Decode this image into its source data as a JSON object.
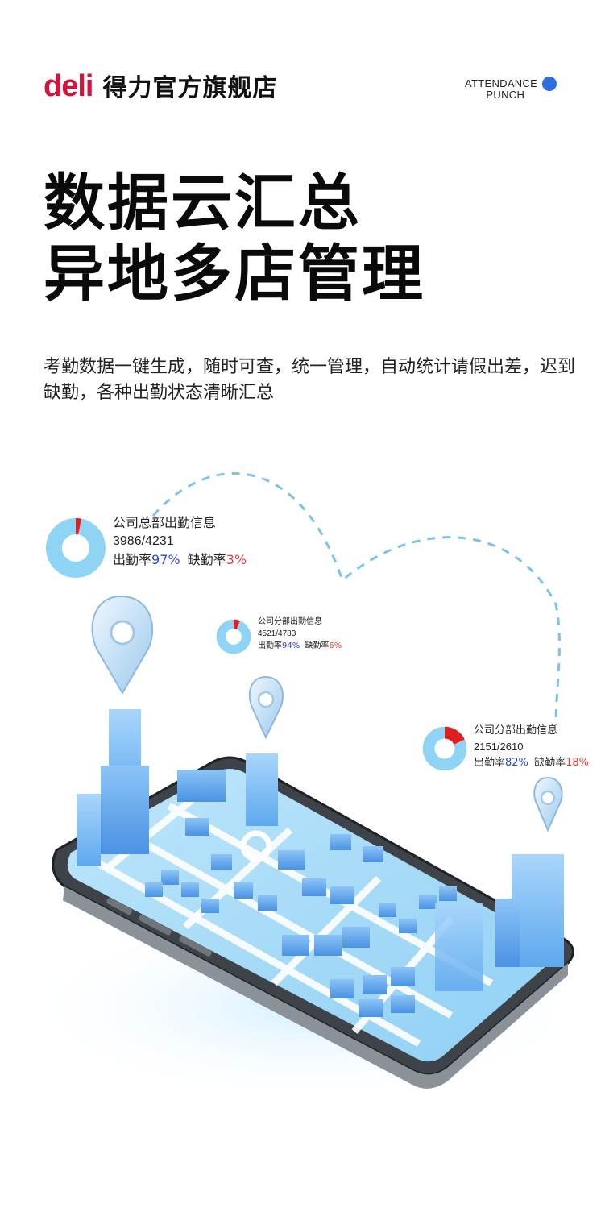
{
  "brand": {
    "logo_text": "deli",
    "store_name": "得力官方旗舰店",
    "tagline_line1": "ATTENDANCE",
    "tagline_line2": "PUNCH"
  },
  "colors": {
    "brand_red": "#d7123b",
    "accent_blue": "#2c6fe0",
    "donut_light": "#8fd4f5",
    "absence_red": "#e02020",
    "rate_blue": "#2a48c9"
  },
  "headline": {
    "line1": "数据云汇总",
    "line2": "异地多店管理"
  },
  "description": "考勤数据一键生成，随时可查，统一管理，自动统计请假出差，迟到缺勤，各种出勤状态清晰汇总",
  "stats": [
    {
      "title": "公司总部出勤信息",
      "counts": "3986/4231",
      "attendance_label": "出勤率",
      "attendance_rate": "97%",
      "absence_label": "缺勤率",
      "absence_rate": "3%",
      "absence_fraction": 0.03
    },
    {
      "title": "公司分部出勤信息",
      "counts": "4521/4783",
      "attendance_label": "出勤率",
      "attendance_rate": "94%",
      "absence_label": "缺勤率",
      "absence_rate": "6%",
      "absence_fraction": 0.06
    },
    {
      "title": "公司分部出勤信息",
      "counts": "2151/2610",
      "attendance_label": "出勤率",
      "attendance_rate": "82%",
      "absence_label": "缺勤率",
      "absence_rate": "18%",
      "absence_fraction": 0.18
    }
  ]
}
